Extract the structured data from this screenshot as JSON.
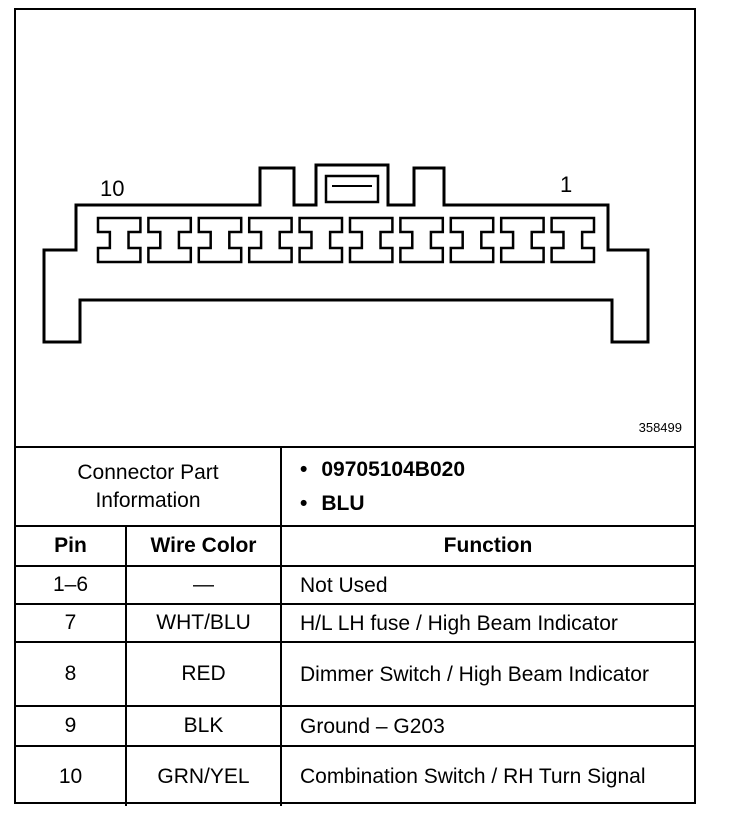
{
  "diagram": {
    "pin_left_label": "10",
    "pin_right_label": "1",
    "figure_id": "358499",
    "pin_count": 10
  },
  "part_info": {
    "label": "Connector Part Information",
    "items": [
      "09705104B020",
      "BLU"
    ]
  },
  "table": {
    "headers": {
      "pin": "Pin",
      "wire_color": "Wire Color",
      "function": "Function"
    },
    "rows": [
      {
        "pin": "1–6",
        "wire_color": "—",
        "function": "Not Used"
      },
      {
        "pin": "7",
        "wire_color": "WHT/BLU",
        "function": "H/L LH fuse / High Beam Indicator"
      },
      {
        "pin": "8",
        "wire_color": "RED",
        "function": "Dimmer Switch / High Beam Indicator"
      },
      {
        "pin": "9",
        "wire_color": "BLK",
        "function": "Ground – G203"
      },
      {
        "pin": "10",
        "wire_color": "GRN/YEL",
        "function": "Combination Switch / RH Turn Signal"
      }
    ]
  }
}
